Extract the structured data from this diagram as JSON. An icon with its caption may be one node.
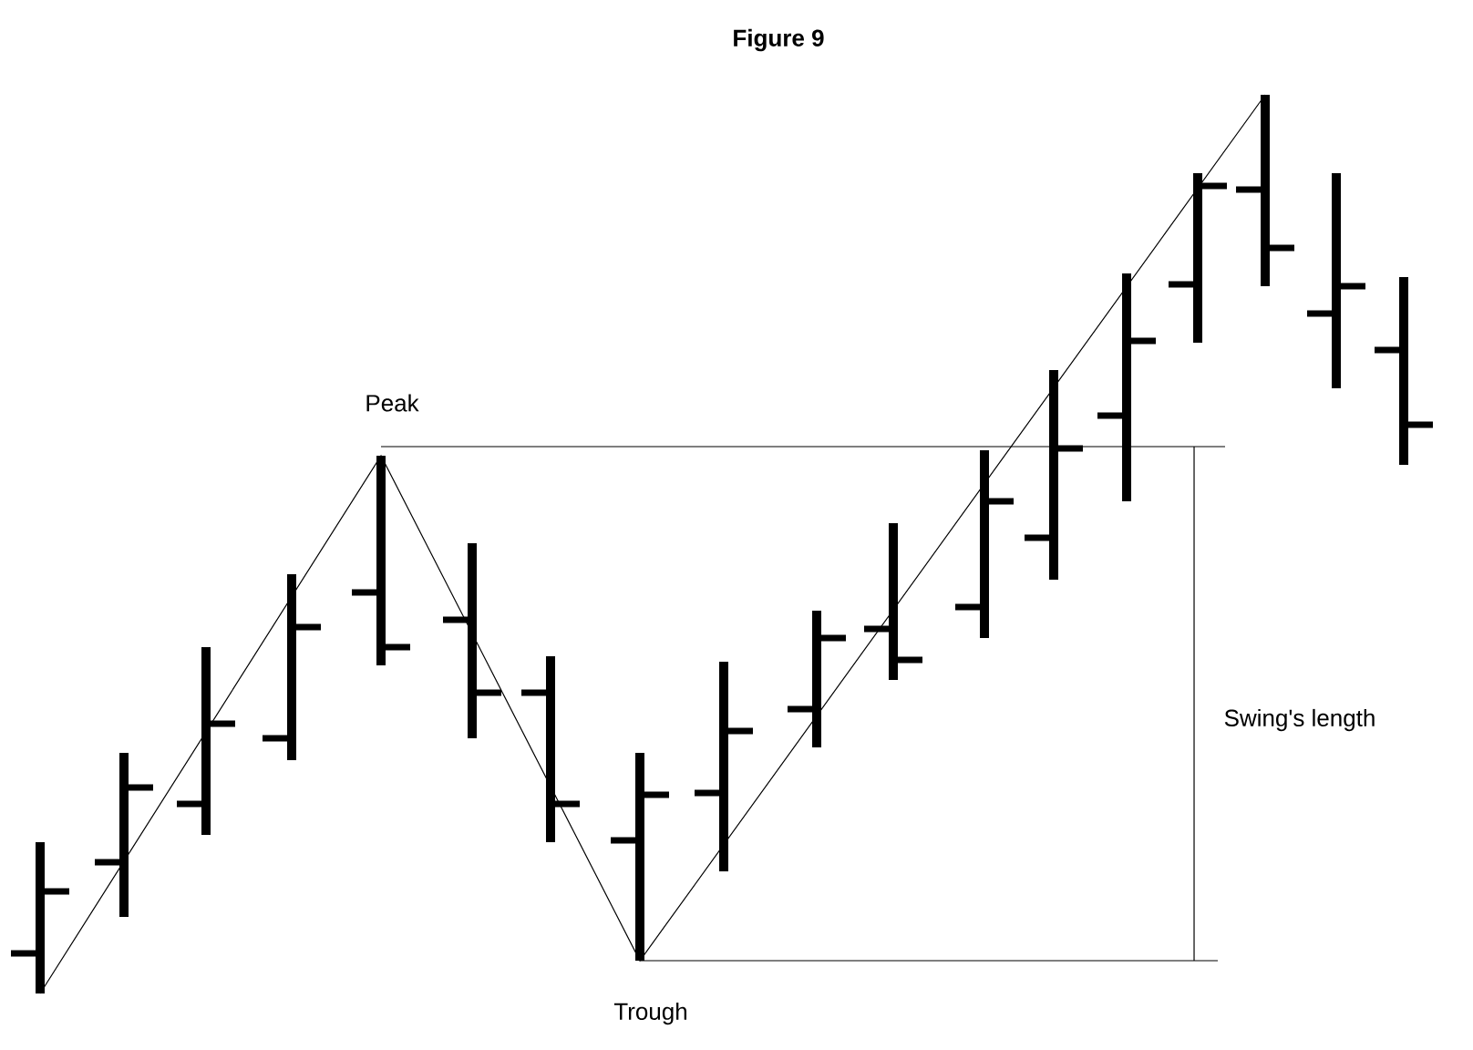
{
  "diagram": {
    "title": "Figure 9",
    "labels": [
      "Peak",
      "Swing's length",
      "Trough"
    ]
  }
}
